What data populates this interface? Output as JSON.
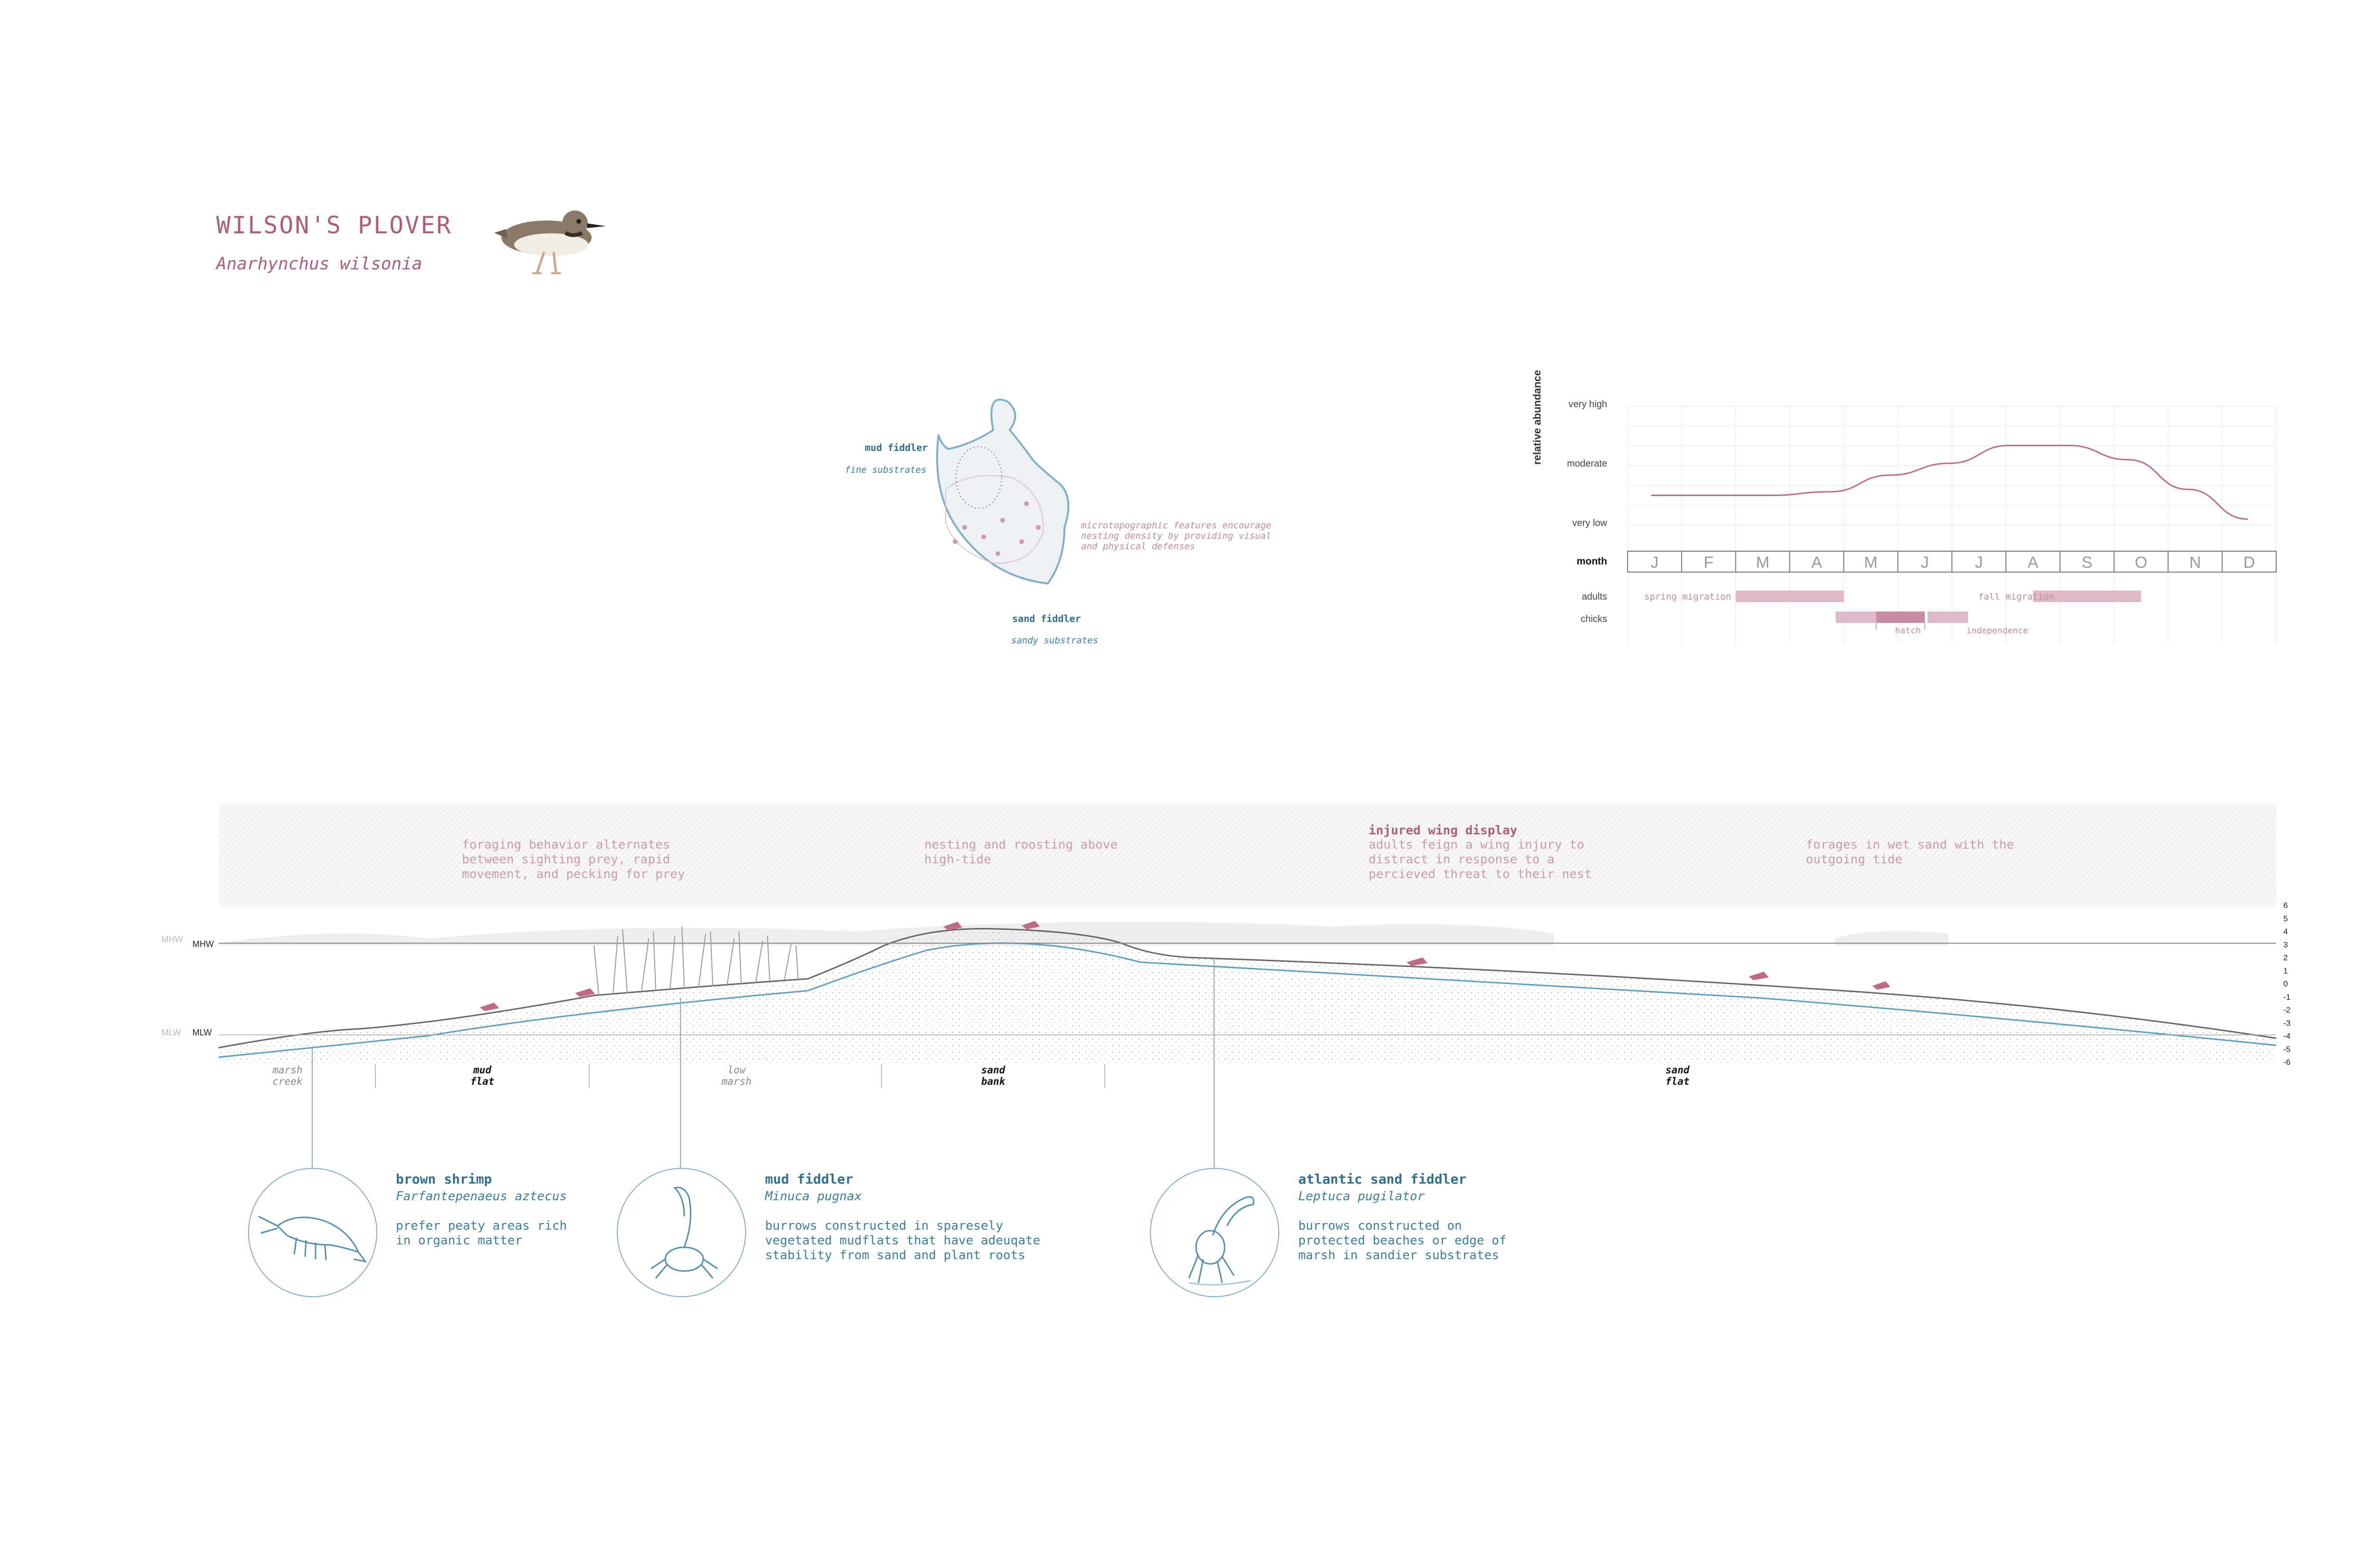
{
  "header": {
    "title": "WILSON'S PLOVER",
    "scientific": "Anarhynchus wilsonia"
  },
  "island": {
    "mud_label": "mud fiddler",
    "mud_sub": "fine substrates",
    "sand_label": "sand fiddler",
    "sand_sub": "sandy substrates",
    "note": "microtopographic features encourage\nnesting density by providing visual\nand physical defenses"
  },
  "chart_data": {
    "type": "line",
    "ylabel": "relative abundance",
    "y_levels": [
      "very high",
      "moderate",
      "very low"
    ],
    "month_label": "month",
    "categories": [
      "J",
      "F",
      "M",
      "A",
      "M",
      "J",
      "J",
      "A",
      "S",
      "O",
      "N",
      "D"
    ],
    "series": [
      {
        "values": [
          0.25,
          0.25,
          0.25,
          0.28,
          0.42,
          0.52,
          0.67,
          0.67,
          0.55,
          0.3,
          0.05,
          null
        ]
      }
    ],
    "ylim": [
      0,
      1
    ],
    "rows": [
      {
        "label": "adults",
        "bars": [
          [
            2.0,
            4.0
          ],
          [
            7.5,
            9.5
          ]
        ]
      },
      {
        "label": "chicks",
        "bars": [
          [
            3.85,
            4.6
          ],
          [
            4.6,
            5.5
          ],
          [
            5.55,
            6.3
          ]
        ]
      }
    ],
    "annotations": {
      "spring": "spring migration",
      "fall": "fall migration",
      "hatch": "hatch",
      "independence": "independence"
    }
  },
  "section": {
    "mhw_label": "MHW",
    "mlw_label": "MLW",
    "mhw_faint": "MHW",
    "mlw_faint": "MLW",
    "scale": [
      "6",
      "5",
      "4",
      "3",
      "2",
      "1",
      "0",
      "-1",
      "-2",
      "-3",
      "-4",
      "-5",
      "-6"
    ],
    "notes": {
      "foraging": "foraging behavior alternates\nbetween sighting prey, rapid\nmovement, and pecking for prey",
      "nesting": "nesting and roosting above\nhigh-tide",
      "wing_title": "injured wing display",
      "wing_body": "adults feign a wing injury to\ndistract in response to a\npercieved threat to their nest",
      "forages": "forages in wet sand with the\noutgoing tide"
    },
    "habitats": [
      {
        "text": "marsh\ncreek",
        "bold": false
      },
      {
        "text": "mud\nflat",
        "bold": true
      },
      {
        "text": "low\nmarsh",
        "bold": false
      },
      {
        "text": "sand\nbank",
        "bold": true
      },
      {
        "text": "sand\nflat",
        "bold": true
      }
    ]
  },
  "species": [
    {
      "name": "brown shrimp",
      "sci": "Farfantepenaeus aztecus",
      "desc": "prefer peaty areas rich\nin organic matter"
    },
    {
      "name": "mud fiddler",
      "sci": "Minuca pugnax",
      "desc": "burrows constructed in sparesely\nvegetated mudflats that have adeuqate\nstability from sand and plant roots"
    },
    {
      "name": "atlantic sand fiddler",
      "sci": "Leptuca pugilator",
      "desc": "burrows constructed on\nprotected beaches or edge of\nmarsh in sandier substrates"
    }
  ],
  "colors": {
    "pink": "#b05e78",
    "pink_light": "#cc9aae",
    "blue": "#3a7fa0",
    "blue_light": "#7fb0c8"
  }
}
